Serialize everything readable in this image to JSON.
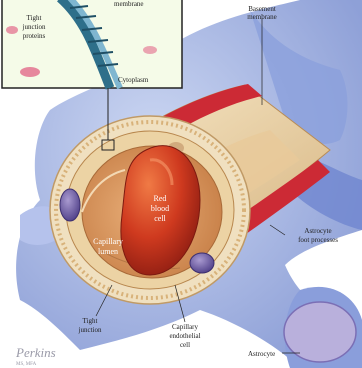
{
  "inset": {
    "membrane_label": "membrane",
    "tight_junction_label": [
      "Tight",
      "junction",
      "proteins"
    ],
    "cytoplasm_label": "Cytoplasm"
  },
  "labels": {
    "basement_membrane": [
      "Basement",
      "membrane"
    ],
    "red_blood_cell": [
      "Red",
      "blood",
      "cell"
    ],
    "capillary_lumen": [
      "Capillary",
      "lumen"
    ],
    "astrocyte_foot_processes": [
      "Astrocyte",
      "foot processes"
    ],
    "tight_junction": [
      "Tight",
      "junction"
    ],
    "capillary_endothelial_cell": [
      "Capillary",
      "endothelial",
      "cell"
    ],
    "astrocyte": "Astrocyte"
  },
  "signature": {
    "name": "Perkins",
    "credit": "MS, MFA"
  },
  "colors": {
    "astrocyte": "#9aaee0",
    "astrocyte_dark": "#6a7fc6",
    "basement_membrane": "#cc2a35",
    "endothelium": "#efd9b0",
    "lumen": "#dfa067",
    "red_blood_cell": "#c8361f",
    "nucleus": "#6a5aa0"
  }
}
